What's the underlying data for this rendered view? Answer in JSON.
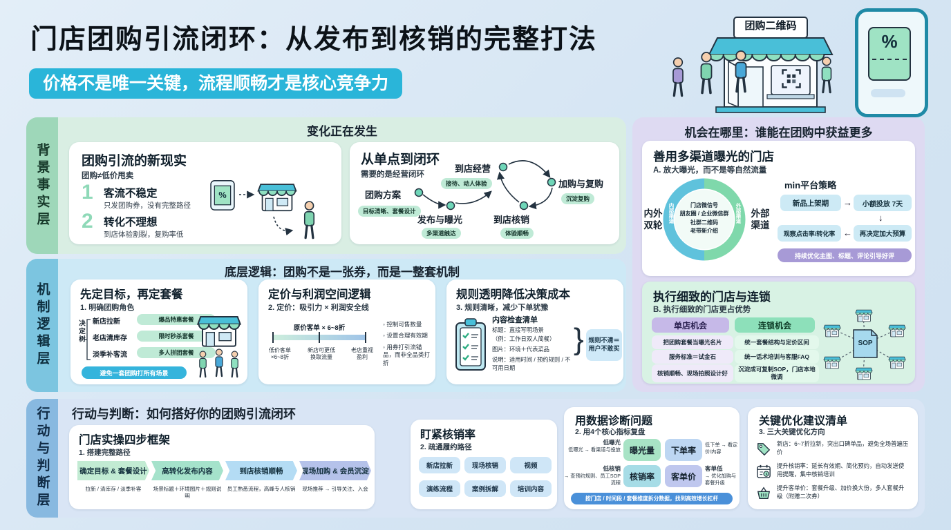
{
  "page": {
    "title": "门店团购引流闭环：从发布到核销的完整打法",
    "subtitle": "价格不是唯一关键，流程顺畅才是核心竞争力"
  },
  "hero": {
    "sign": "团购二维码",
    "coupon_symbol": "%"
  },
  "colors": {
    "accent_cyan": "#2ab5d9",
    "facts_green": "#9ed7b9",
    "logic_blue": "#7cc5e0",
    "action_blue": "#88b9e0",
    "panel_purple": "#dedaf2",
    "footer_blue": "#4a90d9"
  },
  "facts": {
    "sidebar": "背景事实层",
    "heading": "变化正在发生",
    "reality": {
      "title": "团购引流的新现实",
      "subtitle": "团购≠低价甩卖",
      "items": [
        {
          "num": "1",
          "title": "客流不稳定",
          "desc": "只发团购券，没有完整路径"
        },
        {
          "num": "2",
          "title": "转化不理想",
          "desc": "到店体验割裂，复购率低"
        }
      ]
    },
    "loop": {
      "title": "从单点到闭环",
      "subtitle": "需要的是经营闭环",
      "nodes": [
        {
          "label": "团购方案",
          "tag": "目标清晰、套餐设计"
        },
        {
          "label": "发布与曝光",
          "tag": "多渠道触达"
        },
        {
          "label": "到店经营",
          "tag": "接待、动人体验"
        },
        {
          "label": "加购与复购",
          "tag": "沉淀复购"
        },
        {
          "label": "到店核销",
          "tag": "体验顺畅"
        }
      ]
    }
  },
  "opportunity": {
    "heading": "机会在哪里：谁能在团购中获益更多",
    "exposure": {
      "title": "善用多渠道曝光的门店",
      "subtitle": "A. 放大曝光，而不是等自然流量",
      "wheel_left": "内外双轮",
      "wheel_right": "外部渠道",
      "ring_left": "内部渠道",
      "ring_right": "外部渠道",
      "channels": [
        "门店微信号",
        "朋友圈 / 企业微信群",
        "社群二维码",
        "老带新介绍"
      ],
      "strategy": {
        "heading": "min平台策略",
        "step1": "新品上架期",
        "step2": "小额投放 7天",
        "step3": "再决定加大预算",
        "step4": "观察点击率/转化率",
        "footer": "持续优化主图、标题、评论引导好评"
      }
    },
    "execution": {
      "title": "执行细致的门店与连锁",
      "subtitle": "B. 执行细致的门店更占优势",
      "single": {
        "header": "单店机会",
        "items": [
          "把团购套餐当曝光名片",
          "服务标准＝试金石",
          "核销顺畅、现场拍照设计好"
        ]
      },
      "chain": {
        "header": "连锁机会",
        "items": [
          "统一套餐结构与定价区间",
          "统一话术培训与客服FAQ",
          "沉淀成可复制SOP，门店本地微调"
        ]
      },
      "sop": "SOP"
    }
  },
  "logic": {
    "sidebar": "机制逻辑层",
    "heading": "底层逻辑：团购不是一张券，而是一整套机制",
    "goal": {
      "title": "先定目标，再定套餐",
      "subtitle": "1. 明确团购角色",
      "tree_label": "决定树",
      "branches": [
        {
          "cond": "新店拉新",
          "pkg": "爆品特惠套餐"
        },
        {
          "cond": "老店清库存",
          "pkg": "限时秒杀套餐"
        },
        {
          "cond": "淡季补客流",
          "pkg": "多人拼团套餐"
        }
      ],
      "note": "避免一套团购打所有场景"
    },
    "pricing": {
      "title": "定价与利润空间逻辑",
      "subtitle": "2. 定价：吸引力 × 利润安全线",
      "bar_label": "原价客单 × 6~8折",
      "ticks": [
        "低价客单\n×6~8折",
        "新店可更低\n换取流量",
        "老店重视\n盈利"
      ],
      "bullets": [
        "控制可售数量",
        "设置合理有效期",
        "用券打引流锚品，而非全品类打折"
      ]
    },
    "rules": {
      "title": "规则透明降低决策成本",
      "subtitle": "3. 规则清晰，减少下单犹豫",
      "checklist_title": "内容检查清单",
      "lines": [
        "标题：直接写明场景",
        "（例：工作日双人简餐）",
        "图片：环境＋代表菜品",
        "说明：适用时间 / 预约规则 / 不可用日期"
      ],
      "brace": "}",
      "callout": "规则不清＝用户不敢买"
    }
  },
  "action": {
    "sidebar": "行动与判断层",
    "heading": "行动与判断：如何搭好你的团购引流闭环",
    "framework": {
      "title": "门店实操四步框架",
      "subtitle": "1. 搭建完整路径",
      "steps": [
        {
          "label": "确定目标 & 套餐设计",
          "desc": "拉新 / 清库存 / 淡季补客"
        },
        {
          "label": "高转化发布内容",
          "desc": "场景标题＋环境图片＋规则说明"
        },
        {
          "label": "到店核销顺畅",
          "desc": "员工熟悉流程，高峰专人核销"
        },
        {
          "label": "现场加购 & 会员沉淀",
          "desc": "现场推荐 → 引导关注、入会"
        }
      ]
    },
    "verification": {
      "title": "盯紧核销率",
      "subtitle": "2. 疏通履约路径",
      "pills": [
        "新店拉新",
        "现场核销",
        "视频",
        "演练流程",
        "案例拆解",
        "培训内容"
      ]
    },
    "diagnosis": {
      "title": "用数据诊断问题",
      "subtitle": "2. 用4个核心指标复盘",
      "metrics": [
        "曝光量",
        "下单率",
        "核销率",
        "客单价"
      ],
      "anno_tl_head": "低曝光",
      "anno_tl": "低曝光 → 看渠道与投放",
      "anno_tr": "低下单 → 看定价/内容",
      "anno_bl_head": "低核销",
      "anno_bl": "→ 查预约规则、员工SOP流程",
      "anno_br_head": "客单低",
      "anno_br": "→ 优化加购与套餐升级",
      "footer": "按门店 / 时间段 / 套餐维度拆分数据，找到高效增长杠杆"
    },
    "checklist": {
      "title": "关键优化建议清单",
      "subtitle": "3. 三大关键优化方向",
      "items": [
        "新店：6~7折拉新，突出口碑单品，避免全场普遍压价",
        "提升核销率：延长有效期、简化预约，自动发送使用提醒，集中核销培训",
        "提升客单价：套餐升级、加价换大份，多人套餐升级（附赠二次券）"
      ]
    }
  }
}
